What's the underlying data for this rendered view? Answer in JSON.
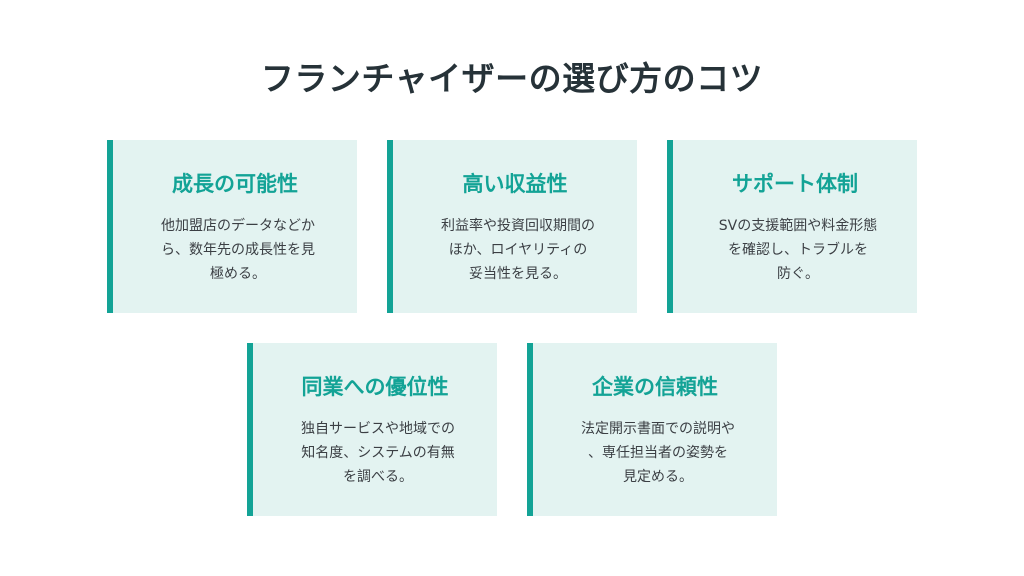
{
  "title": "フランチャイザーの選び方のコツ",
  "accent_color": "#13a396",
  "card_background": "#e3f3f1",
  "cards": [
    {
      "title": "成長の可能性",
      "description": "他加盟店のデータなどか\nら、数年先の成長性を見\n極める。"
    },
    {
      "title": "高い収益性",
      "description": "利益率や投資回収期間の\nほか、ロイヤリティの\n妥当性を見る。"
    },
    {
      "title": "サポート体制",
      "description": "SVの支援範囲や料金形態\nを確認し、トラブルを\n防ぐ。"
    },
    {
      "title": "同業への優位性",
      "description": "独自サービスや地域での\n知名度、システムの有無\nを調べる。"
    },
    {
      "title": "企業の信頼性",
      "description": "法定開示書面での説明や\n、専任担当者の姿勢を\n見定める。"
    }
  ]
}
